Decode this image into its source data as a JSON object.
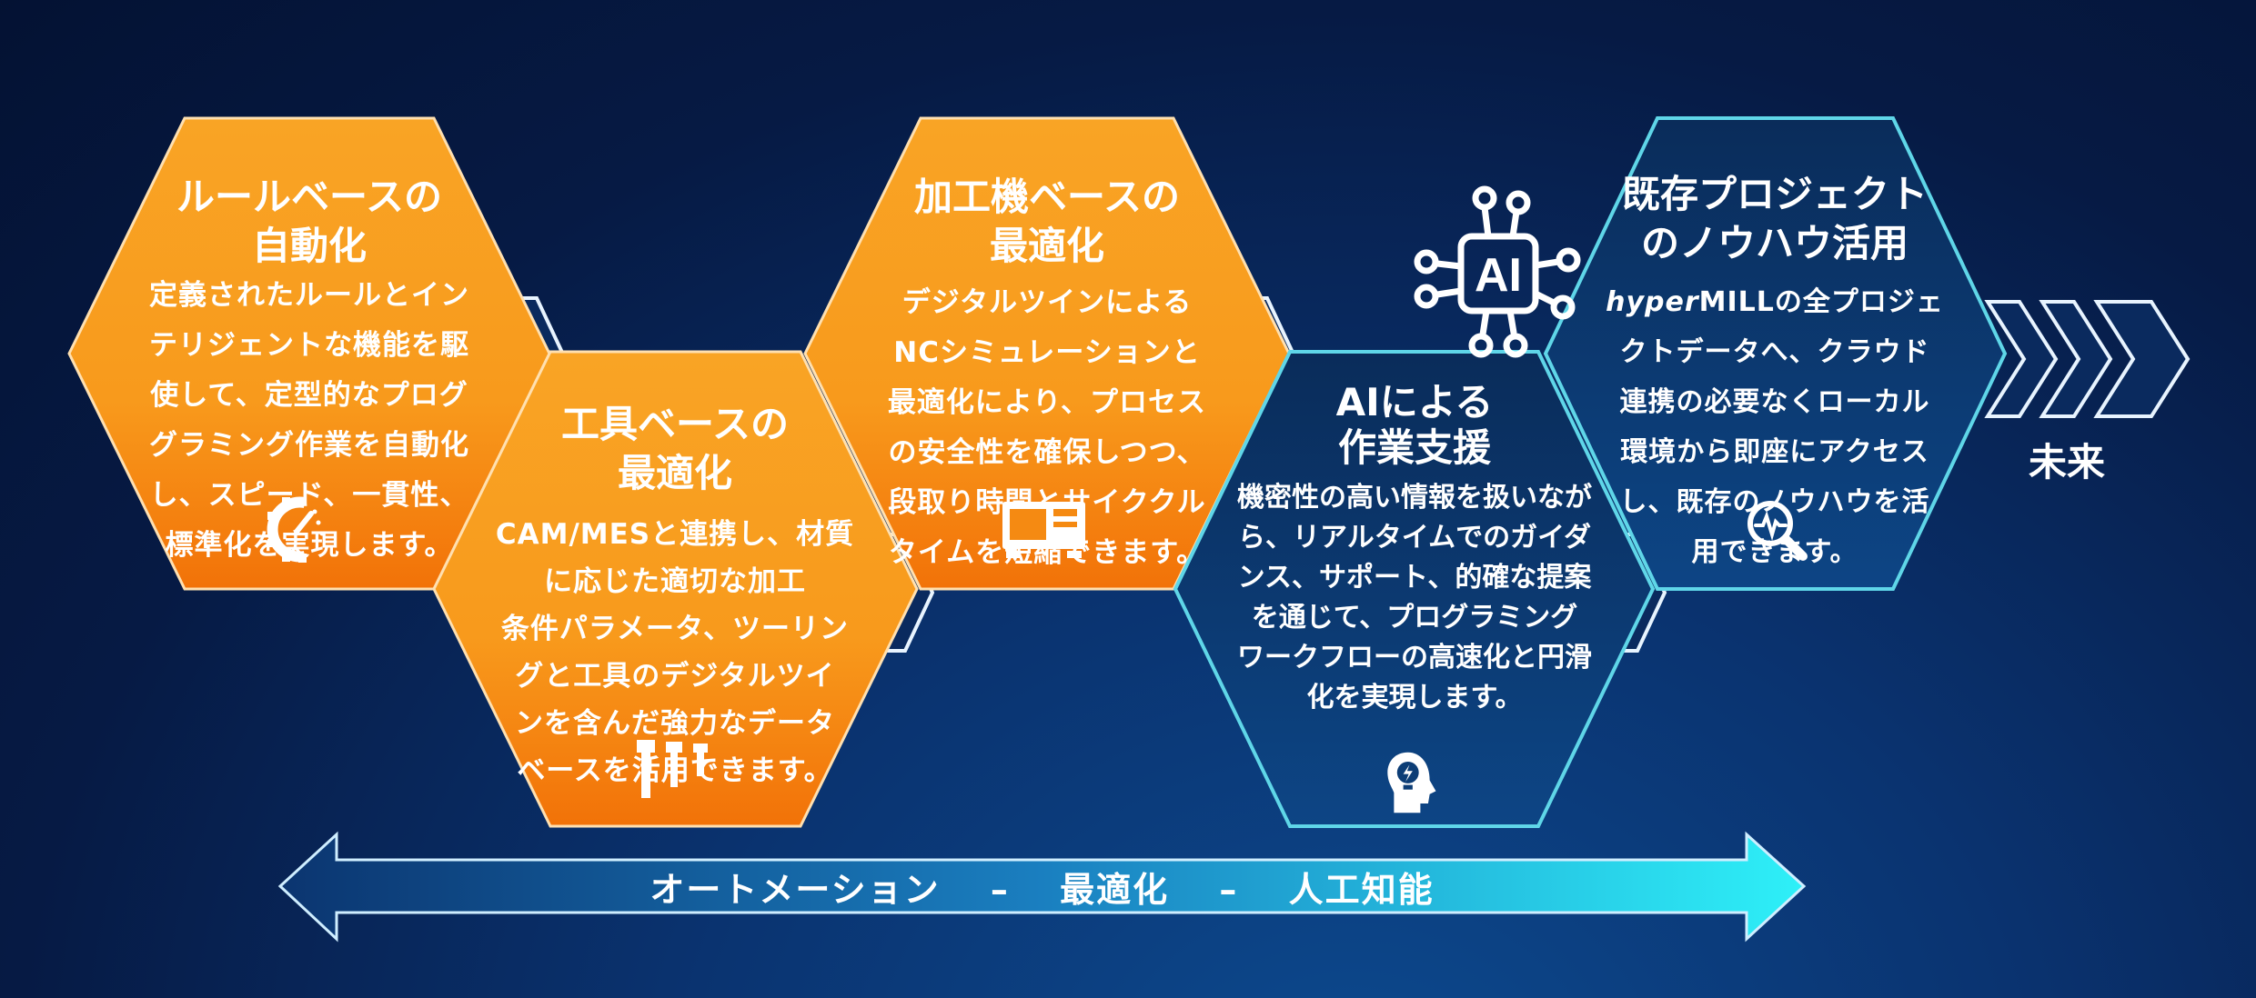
{
  "colors": {
    "orange_top": "#f9a21e",
    "orange_bottom": "#f47a0c",
    "blue_fill": "#0b3a6e",
    "cyan_border": "#5fd6e8",
    "arrow_cyan": "#2ee6f5"
  },
  "hexagons": [
    {
      "title": [
        "ルールベースの",
        "自動化"
      ],
      "body": [
        "定義されたルールとイン",
        "テリジェントな機能を駆",
        "使して、定型的なプログ",
        "グラミング作業を自動化",
        "し、スピード、一貫性、",
        "標準化を実現します。"
      ],
      "icon": "gear-gauge-icon"
    },
    {
      "title": [
        "工具ベースの",
        "最適化"
      ],
      "body": [
        "CAM/MESと連携し、材質",
        "に応じた適切な加工",
        "条件パラメータ、ツーリン",
        "グと工具のデジタルツイ",
        "ンを含んだ強力なデータ",
        "ベースを活用できます。"
      ],
      "icon": "end-mill-tools-icon"
    },
    {
      "title": [
        "加工機ベースの",
        "最適化"
      ],
      "body": [
        "デジタルツインによる",
        "NCシミュレーションと",
        "最適化により、プロセス",
        "の安全性を確保しつつ、",
        "段取り時間とサイククル",
        "タイムを短縮できます。"
      ],
      "icon": "cnc-machine-icon"
    },
    {
      "title": [
        "AIによる",
        "作業支援"
      ],
      "body": [
        "機密性の高い情報を扱いなが",
        "ら、リアルタイムでのガイダ",
        "ンス、サポート、的確な提案",
        "を通じて、プログラミング",
        "ワークフローの高速化と円滑",
        "化を実現します。"
      ],
      "icon": "head-lightbulb-icon"
    },
    {
      "title": [
        "既存プロジェクト",
        "のノウハウ活用"
      ],
      "body_first_italic": "hyper",
      "body": [
        "MILLの全プロジェ",
        "クトデータへ、クラウド",
        "連携の必要なくローカル",
        "環境から即座にアクセス",
        "し、既存のノウハウを活",
        "用できます。"
      ],
      "icon": "magnifier-pulse-icon"
    }
  ],
  "ai_badge": "AI",
  "future_label": "未来",
  "arrow_label": "オートメーション　 –　 最適化　 –　 人工知能"
}
